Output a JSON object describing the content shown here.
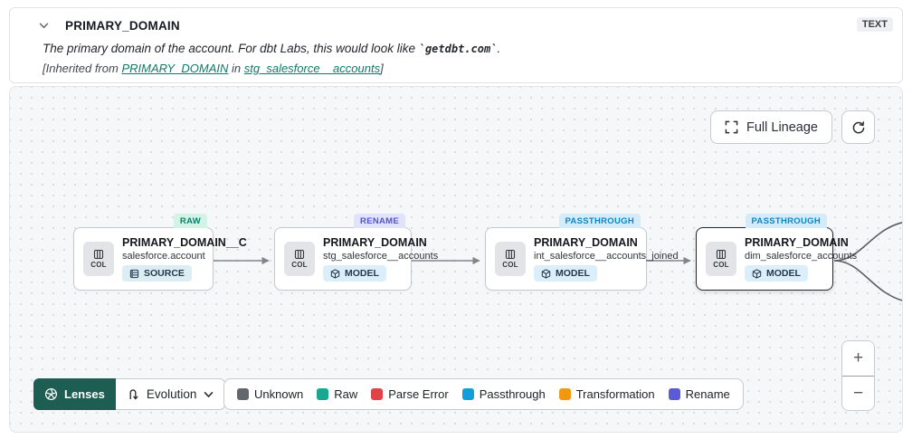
{
  "header": {
    "title": "PRIMARY_DOMAIN",
    "type_badge": "TEXT",
    "description": {
      "prefix": "The primary domain of the account. For dbt Labs, this would look like ",
      "code": "`getdbt.com`",
      "suffix": "."
    },
    "inherited": {
      "prefix": "[Inherited from ",
      "column_link": "PRIMARY_DOMAIN",
      "middle": " in ",
      "model_link": "stg_salesforce__accounts",
      "suffix": "]"
    }
  },
  "canvas": {
    "controls": {
      "full_lineage_label": "Full Lineage",
      "zoom_in_label": "+",
      "zoom_out_label": "−"
    },
    "col_label": "COL",
    "nodes": [
      {
        "status_badge": "RAW",
        "status_bg": "#d2f3e5",
        "status_fg": "#0e7d69",
        "title": "PRIMARY_DOMAIN__C",
        "subtitle": "salesforce.account",
        "type": "SOURCE",
        "selected": false
      },
      {
        "status_badge": "RENAME",
        "status_bg": "#e1e2fb",
        "status_fg": "#5253cf",
        "title": "PRIMARY_DOMAIN",
        "subtitle": "stg_salesforce__accounts",
        "type": "MODEL",
        "selected": false
      },
      {
        "status_badge": "PASSTHROUGH",
        "status_bg": "#d4ecfa",
        "status_fg": "#0d86c3",
        "title": "PRIMARY_DOMAIN",
        "subtitle": "int_salesforce__accounts_joined",
        "type": "MODEL",
        "selected": false
      },
      {
        "status_badge": "PASSTHROUGH",
        "status_bg": "#d4ecfa",
        "status_fg": "#0d86c3",
        "title": "PRIMARY_DOMAIN",
        "subtitle": "dim_salesforce_accounts",
        "type": "MODEL",
        "selected": true
      }
    ]
  },
  "toolbar": {
    "lenses_label": "Lenses",
    "lens_selected": "Evolution"
  },
  "legend": {
    "items": [
      {
        "label": "Unknown",
        "color": "#63666d"
      },
      {
        "label": "Raw",
        "color": "#18a890"
      },
      {
        "label": "Parse Error",
        "color": "#e04247"
      },
      {
        "label": "Passthrough",
        "color": "#129fd9"
      },
      {
        "label": "Transformation",
        "color": "#f0980f"
      },
      {
        "label": "Rename",
        "color": "#5a5bd5"
      }
    ]
  }
}
